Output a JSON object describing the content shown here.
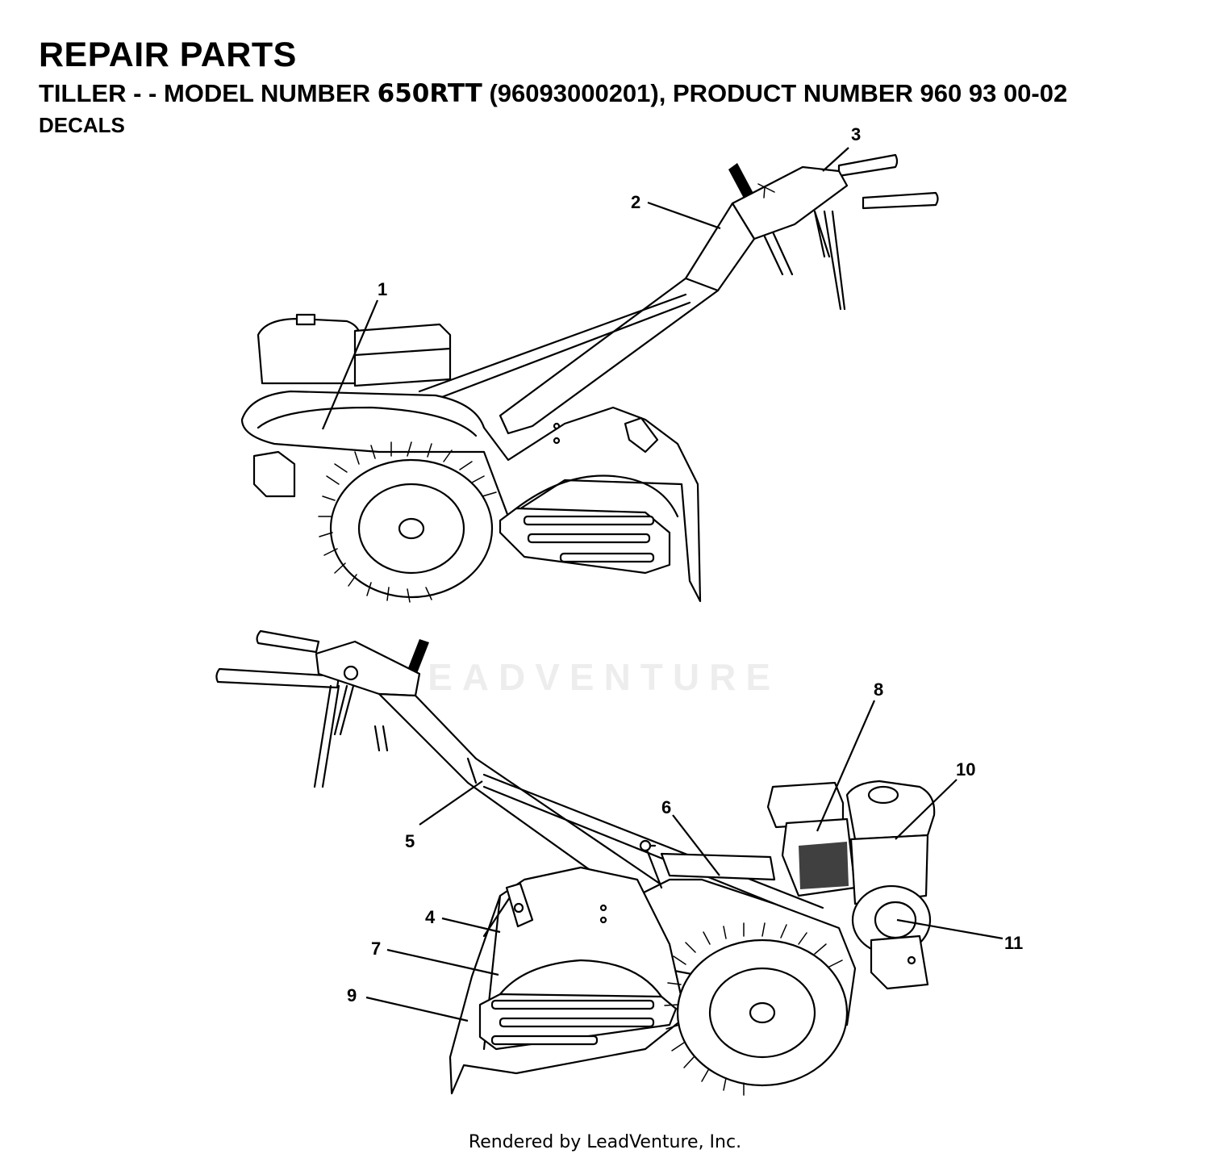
{
  "header": {
    "title": "REPAIR PARTS",
    "subtitle_prefix": "TILLER - - MODEL NUMBER ",
    "model": "650RTT",
    "subtitle_suffix": " (96093000201), PRODUCT NUMBER 960 93 00-02",
    "section": "DECALS"
  },
  "callouts": [
    "1",
    "2",
    "3",
    "4",
    "5",
    "6",
    "7",
    "8",
    "9",
    "10",
    "11"
  ],
  "watermark": "LEADVENTURE",
  "footer": "Rendered by LeadVenture, Inc."
}
